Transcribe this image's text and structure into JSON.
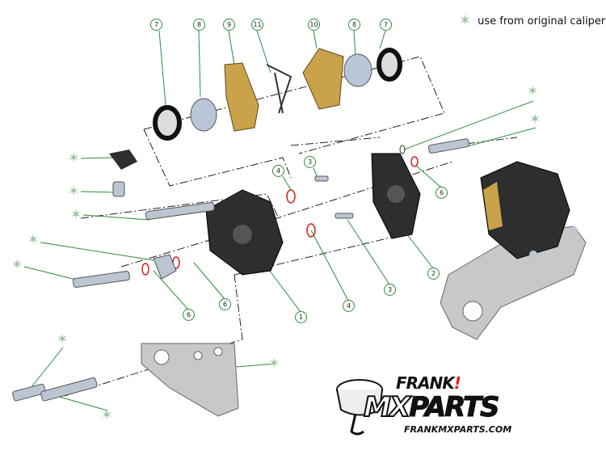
{
  "legend": {
    "icon": "star-icon",
    "text": "use from original caliper"
  },
  "callouts": [
    "7",
    "8",
    "9",
    "11",
    "10",
    "8",
    "7",
    "4",
    "3",
    "6",
    "2",
    "3",
    "4",
    "1",
    "6",
    "6"
  ],
  "logo": {
    "line1": "FRANK",
    "exclaim": "!",
    "mx": "MX",
    "parts": "PARTS",
    "url": "FRANKMXPARTS.COM"
  },
  "colors": {
    "star": "#9cc29f",
    "callout_ring": "#2e8b3a",
    "oring": "#d02020",
    "pad": "#c9a24a"
  }
}
